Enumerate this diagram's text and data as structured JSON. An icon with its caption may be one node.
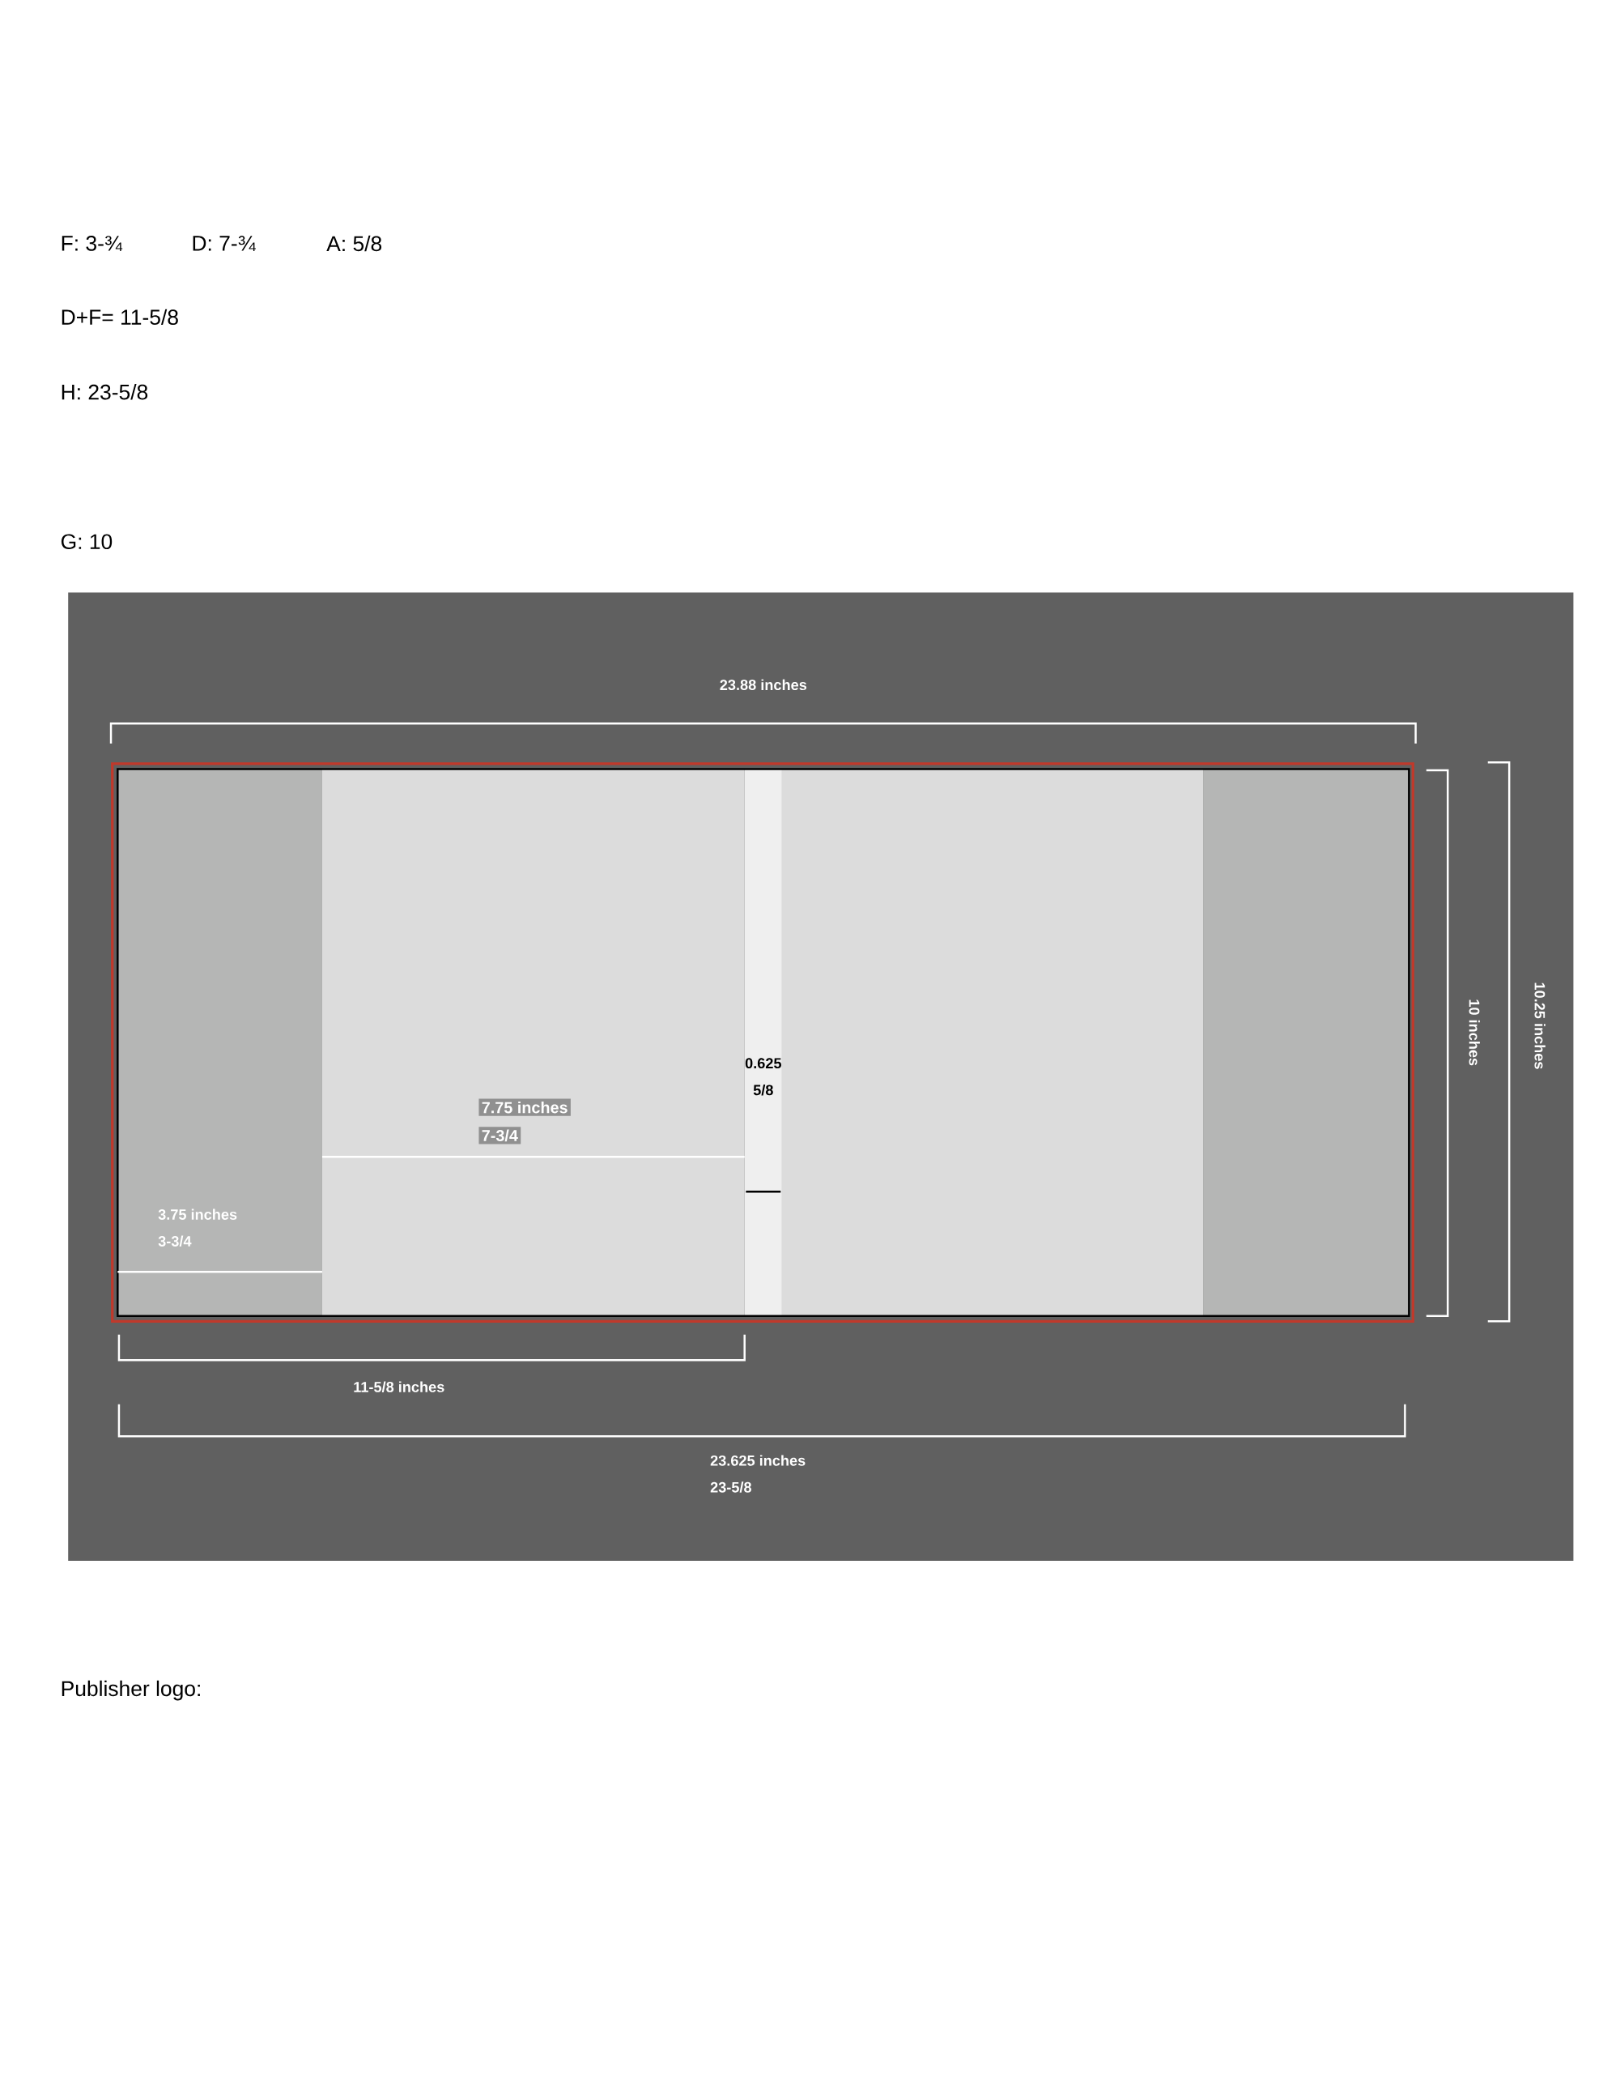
{
  "diagram": {
    "labels": [
      "F: 3-¾",
      "D: 7-¾",
      "A: 5/8",
      "D+F= 11-5/8",
      "H: 23-5/8",
      "G: 10",
      "23.88 inches",
      "10 inches",
      "10.25 inches",
      "0.625",
      "5/8",
      "7.75 inches",
      "7-3/4",
      "3.75 inches",
      "3-3/4",
      "11-5/8 inches",
      "23.625 inches",
      "23-5/8",
      "Publisher logo:"
    ]
  }
}
